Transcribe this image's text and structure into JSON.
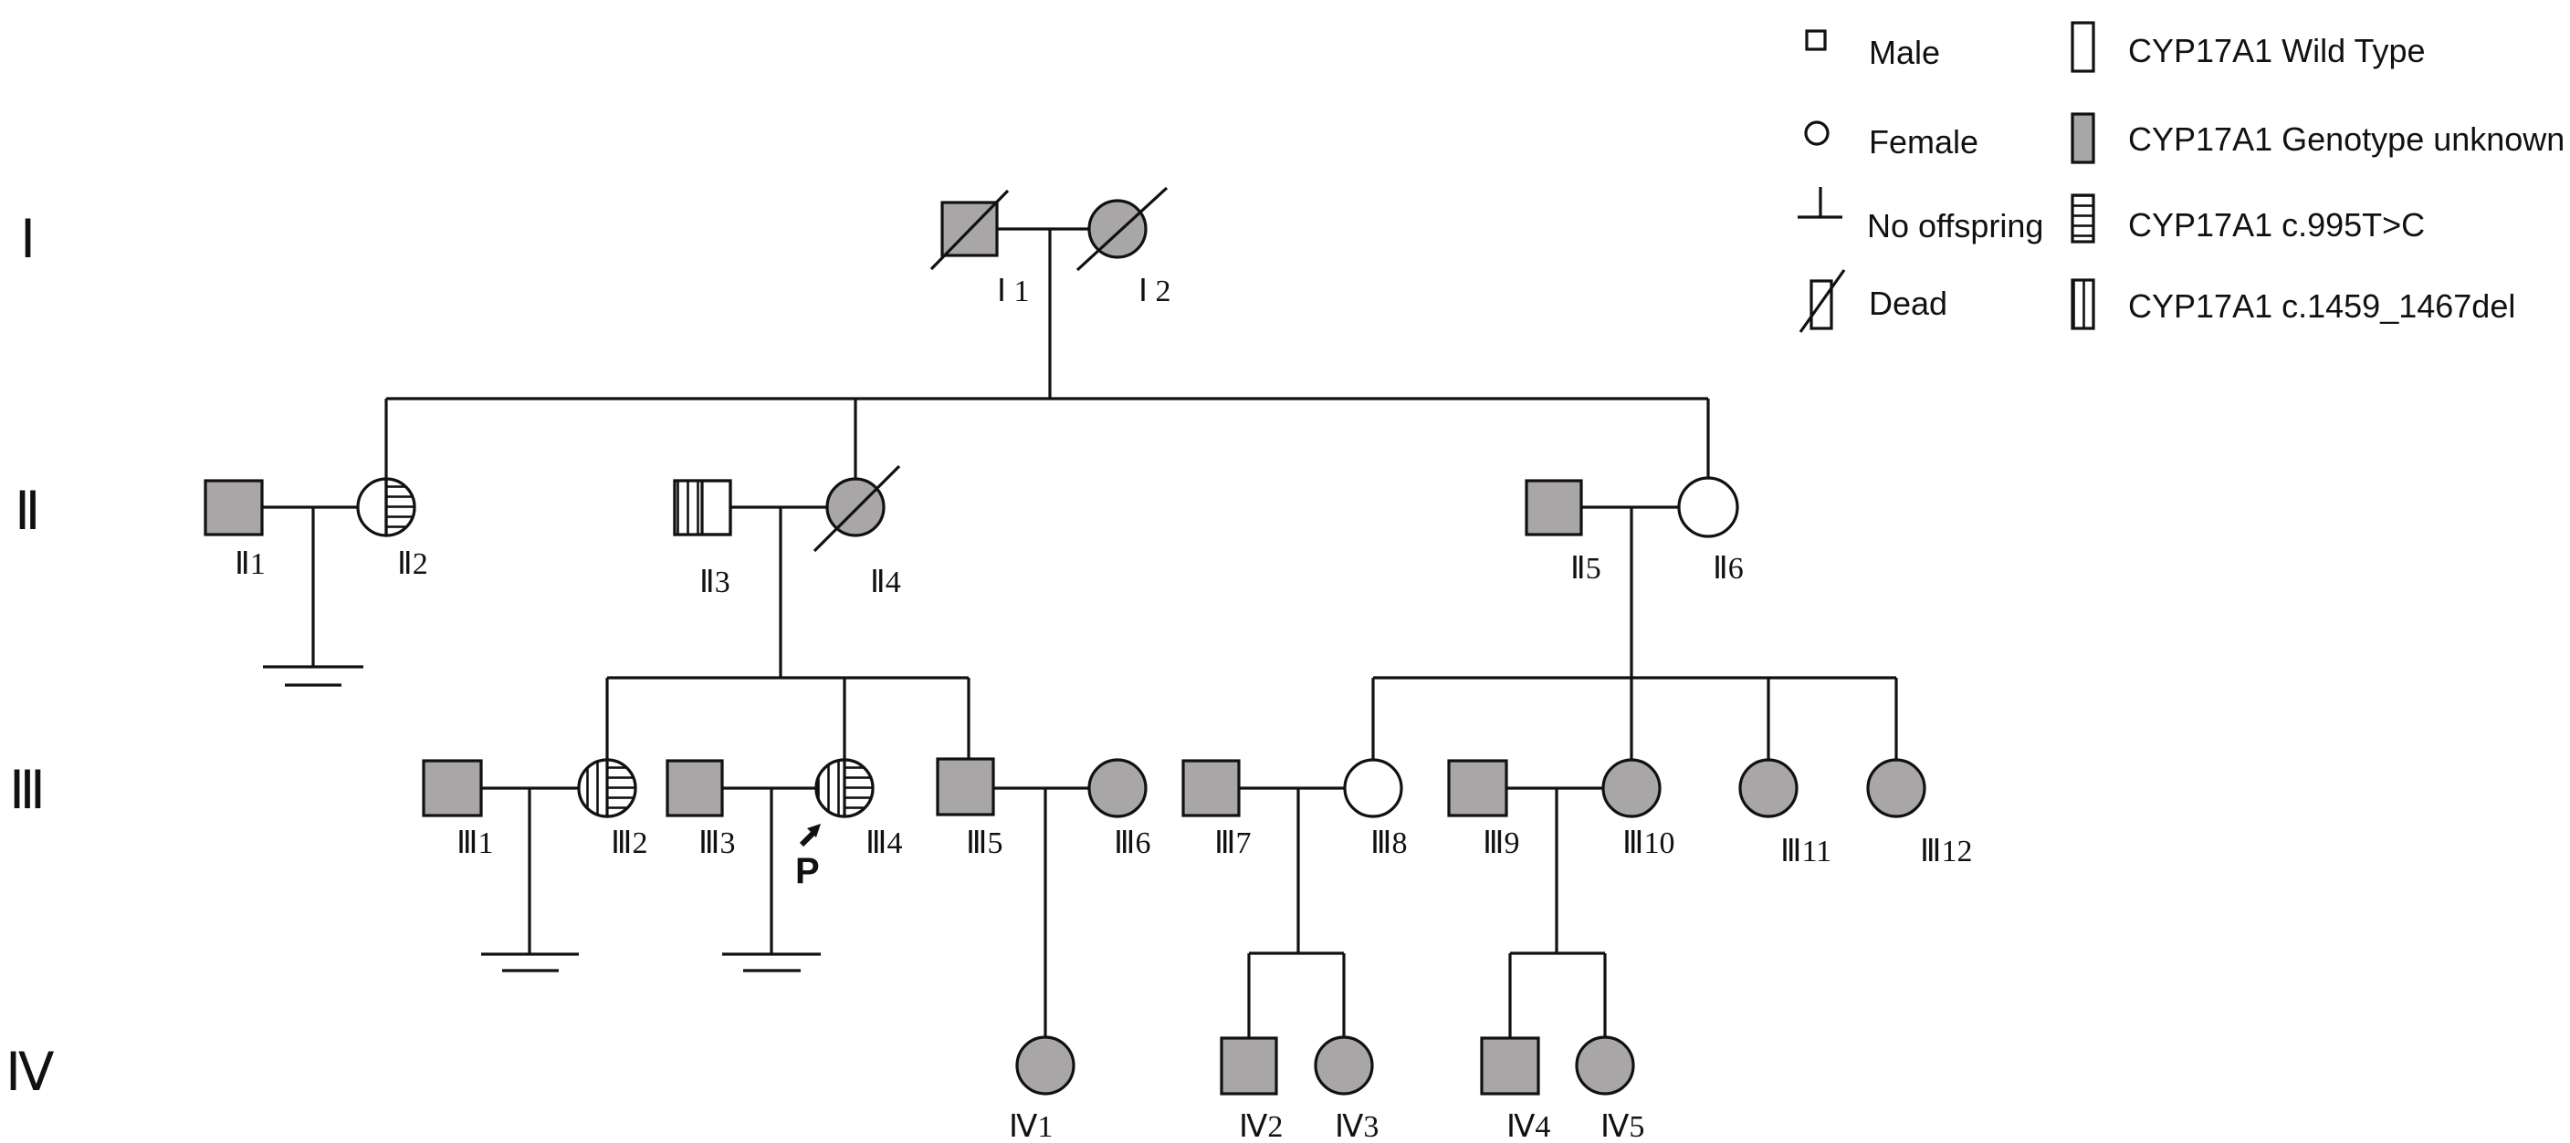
{
  "colors": {
    "unknown_fill": "#a8a6a6",
    "wild_fill": "#ffffff",
    "line": "#111111"
  },
  "legend": {
    "male": "Male",
    "female": "Female",
    "no_offspring": "No offspring",
    "dead": "Dead",
    "wild_type": "CYP17A1 Wild Type",
    "genotype_unknown": "CYP17A1 Genotype  unknown",
    "c995": "CYP17A1 c.995T>C",
    "c1459": "CYP17A1 c.1459_1467del"
  },
  "generations": {
    "g1": "Ⅰ",
    "g2": "Ⅱ",
    "g3": "Ⅲ",
    "g4": "Ⅳ"
  },
  "proband": {
    "label": "P"
  },
  "individuals": [
    {
      "id": "I1",
      "label": "Ⅰ 1",
      "sex": "male",
      "status": "unknown",
      "deceased": true
    },
    {
      "id": "I2",
      "label": "Ⅰ 2",
      "sex": "female",
      "status": "unknown",
      "deceased": true
    },
    {
      "id": "II1",
      "label": "Ⅱ1",
      "sex": "male",
      "status": "unknown"
    },
    {
      "id": "II2",
      "label": "Ⅱ2",
      "sex": "female",
      "status": "half-horizontal"
    },
    {
      "id": "II3",
      "label": "Ⅱ3",
      "sex": "male",
      "status": "half-vertical"
    },
    {
      "id": "II4",
      "label": "Ⅱ4",
      "sex": "female",
      "status": "unknown",
      "deceased": true
    },
    {
      "id": "II5",
      "label": "Ⅱ5",
      "sex": "male",
      "status": "unknown"
    },
    {
      "id": "II6",
      "label": "Ⅱ6",
      "sex": "female",
      "status": "wild"
    },
    {
      "id": "III1",
      "label": "Ⅲ1",
      "sex": "male",
      "status": "unknown"
    },
    {
      "id": "III2",
      "label": "Ⅲ2",
      "sex": "female",
      "status": "compound"
    },
    {
      "id": "III3",
      "label": "Ⅲ3",
      "sex": "male",
      "status": "unknown"
    },
    {
      "id": "III4",
      "label": "Ⅲ4",
      "sex": "female",
      "status": "compound",
      "proband": true
    },
    {
      "id": "III5",
      "label": "Ⅲ5",
      "sex": "male",
      "status": "unknown"
    },
    {
      "id": "III6",
      "label": "Ⅲ6",
      "sex": "female",
      "status": "unknown"
    },
    {
      "id": "III7",
      "label": "Ⅲ7",
      "sex": "male",
      "status": "unknown"
    },
    {
      "id": "III8",
      "label": "Ⅲ8",
      "sex": "female",
      "status": "wild"
    },
    {
      "id": "III9",
      "label": "Ⅲ9",
      "sex": "male",
      "status": "unknown"
    },
    {
      "id": "III10",
      "label": "Ⅲ10",
      "sex": "female",
      "status": "unknown"
    },
    {
      "id": "III11",
      "label": "Ⅲ11",
      "sex": "female",
      "status": "unknown"
    },
    {
      "id": "III12",
      "label": "Ⅲ12",
      "sex": "female",
      "status": "unknown"
    },
    {
      "id": "IV1",
      "label": "Ⅳ1",
      "sex": "female",
      "status": "unknown"
    },
    {
      "id": "IV2",
      "label": "Ⅳ2",
      "sex": "male",
      "status": "unknown"
    },
    {
      "id": "IV3",
      "label": "Ⅳ3",
      "sex": "female",
      "status": "unknown"
    },
    {
      "id": "IV4",
      "label": "Ⅳ4",
      "sex": "male",
      "status": "unknown"
    },
    {
      "id": "IV5",
      "label": "Ⅳ5",
      "sex": "female",
      "status": "unknown"
    }
  ]
}
